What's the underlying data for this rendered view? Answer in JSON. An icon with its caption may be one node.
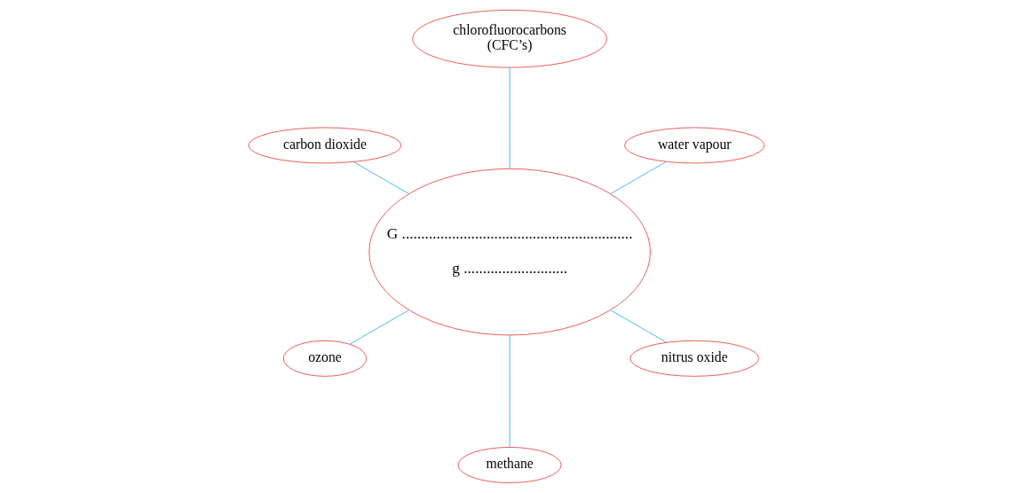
{
  "diagram": {
    "nodes": [
      {
        "text": [
          "water vapour"
        ]
      },
      {
        "text": [
          "chlorofluorocarbons (CFC’s)"
        ]
      },
      {
        "text": [
          "G ............................................................",
          "g ..........................."
        ]
      },
      {
        "text": [
          "carbon dioxide"
        ]
      },
      {
        "text": [
          "ozone"
        ]
      },
      {
        "text": [
          "methane"
        ]
      },
      {
        "text": [
          "nitrus oxide"
        ]
      }
    ],
    "edges": [
      {
        "from": 2,
        "to": 0,
        "arrow": "none"
      },
      {
        "from": 2,
        "to": 1,
        "arrow": "none"
      },
      {
        "from": 2,
        "to": 3,
        "arrow": "none"
      },
      {
        "from": 2,
        "to": 4,
        "arrow": "none"
      },
      {
        "from": 2,
        "to": 5,
        "arrow": "none"
      },
      {
        "from": 2,
        "to": 6,
        "arrow": "none"
      }
    ]
  }
}
